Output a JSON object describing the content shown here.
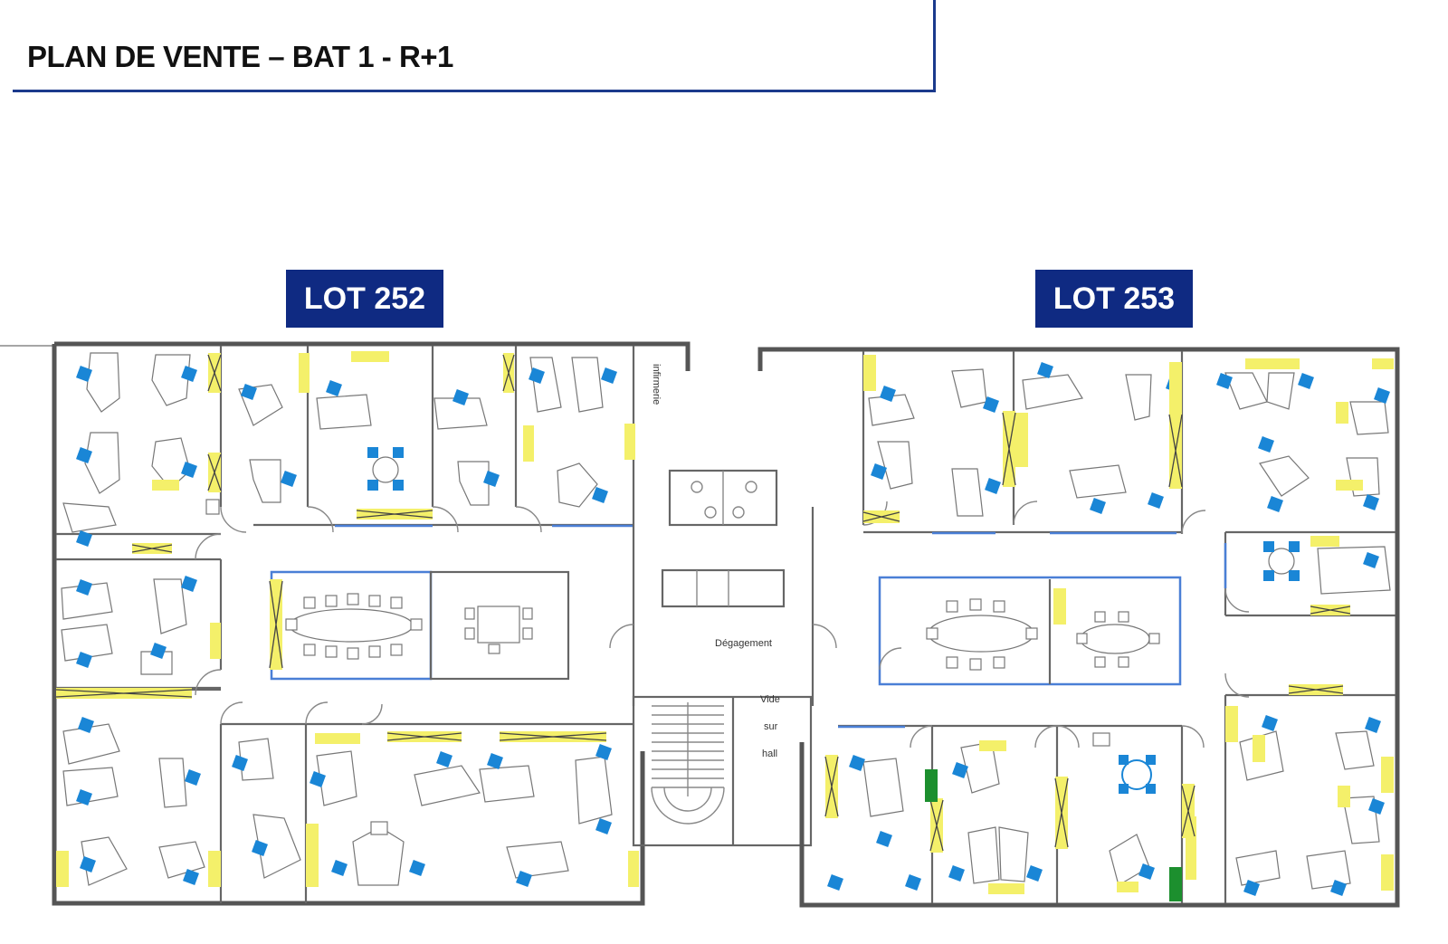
{
  "header": {
    "title": "PLAN DE VENTE – BAT 1 - R+1"
  },
  "lots": [
    {
      "label": "LOT 252"
    },
    {
      "label": "LOT 253"
    }
  ],
  "plan_labels": {
    "infirmerie": "infirmerie",
    "degagement": "Dégagement",
    "vide": "Vide",
    "sur": "sur",
    "hall": "hall"
  },
  "colors": {
    "title_accent": "#1b3a8c",
    "lot_badge": "#0f2a82",
    "chair": "#1a86d6",
    "partition_highlight": "#f4f06a",
    "glass_partition": "#4a7fd6",
    "green_marker": "#1c8f2e"
  }
}
